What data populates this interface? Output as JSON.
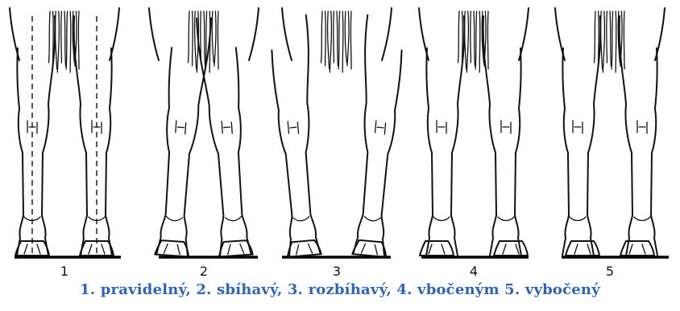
{
  "figure": {
    "panels": [
      {
        "number": "1",
        "stance": "regular",
        "tilt_deg": 0,
        "foot_shift": 0,
        "guides": true
      },
      {
        "number": "2",
        "stance": "converging",
        "tilt_deg": -4,
        "foot_shift": 0,
        "guides": false
      },
      {
        "number": "3",
        "stance": "diverging",
        "tilt_deg": 5,
        "foot_shift": 0,
        "guides": false
      },
      {
        "number": "4",
        "stance": "toe-in",
        "tilt_deg": 0,
        "foot_shift": -6,
        "guides": false
      },
      {
        "number": "5",
        "stance": "toe-out",
        "tilt_deg": 0,
        "foot_shift": 6,
        "guides": false
      }
    ],
    "caption": "1. pravidelný, 2. sbíhavý, 3. rozbíhavý, 4. vbočeným 5. vybočený",
    "caption_color": "#2f63b4",
    "line_color": "#111111"
  }
}
